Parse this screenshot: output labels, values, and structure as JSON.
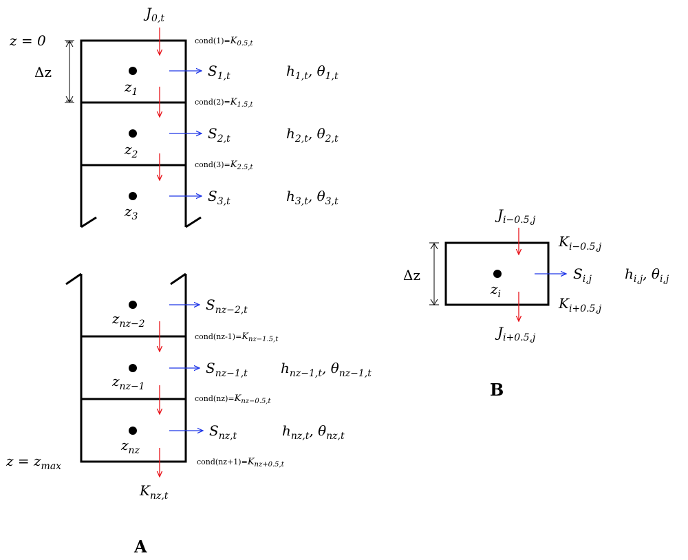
{
  "panel_a": {
    "label": "A",
    "top_label": {
      "base": "z = 0"
    },
    "bottom_label": {
      "base": "z = z",
      "sub": "max"
    },
    "dz_label": "Δz",
    "inflow": {
      "base": "J",
      "sub": "0,t"
    },
    "outflow": {
      "base": "K",
      "sub": "nz,t"
    },
    "conds": [
      {
        "pre": "cond(1)=",
        "base": "K",
        "sub": "0.5,t"
      },
      {
        "pre": "cond(2)=",
        "base": "K",
        "sub": "1.5,t"
      },
      {
        "pre": "cond(3)=",
        "base": "K",
        "sub": "2.5,t"
      },
      {
        "pre": "cond(nz-1)=",
        "base": "K",
        "sub": "nz−1.5,t"
      },
      {
        "pre": "cond(nz)=",
        "base": "K",
        "sub": "nz−0.5,t"
      },
      {
        "pre": "cond(nz+1)=",
        "base": "K",
        "sub": "nz+0.5,t"
      }
    ],
    "cells": [
      {
        "z": {
          "base": "z",
          "sub": "1"
        },
        "s": {
          "base": "S",
          "sub": "1,t"
        },
        "h": {
          "base": "h",
          "sub": "1,t"
        },
        "theta": {
          "base": "θ",
          "sub": "1,t"
        }
      },
      {
        "z": {
          "base": "z",
          "sub": "2"
        },
        "s": {
          "base": "S",
          "sub": "2,t"
        },
        "h": {
          "base": "h",
          "sub": "2,t"
        },
        "theta": {
          "base": "θ",
          "sub": "2,t"
        }
      },
      {
        "z": {
          "base": "z",
          "sub": "3"
        },
        "s": {
          "base": "S",
          "sub": "3,t"
        },
        "h": {
          "base": "h",
          "sub": "3,t"
        },
        "theta": {
          "base": "θ",
          "sub": "3,t"
        }
      },
      {
        "z": {
          "base": "z",
          "sub": "nz−2"
        },
        "s": {
          "base": "S",
          "sub": "nz−2,t"
        }
      },
      {
        "z": {
          "base": "z",
          "sub": "nz−1"
        },
        "s": {
          "base": "S",
          "sub": "nz−1,t"
        },
        "h": {
          "base": "h",
          "sub": "nz−1,t"
        },
        "theta": {
          "base": "θ",
          "sub": "nz−1,t"
        }
      },
      {
        "z": {
          "base": "z",
          "sub": "nz"
        },
        "s": {
          "base": "S",
          "sub": "nz,t"
        },
        "h": {
          "base": "h",
          "sub": "nz,t"
        },
        "theta": {
          "base": "θ",
          "sub": "nz,t"
        }
      }
    ]
  },
  "panel_b": {
    "label": "B",
    "dz_label": "Δz",
    "j_top": {
      "base": "J",
      "sub": "i−0.5,j"
    },
    "j_bottom": {
      "base": "J",
      "sub": "i+0.5,j"
    },
    "k_top": {
      "base": "K",
      "sub": "i−0.5,j"
    },
    "k_bottom": {
      "base": "K",
      "sub": "i+0.5,j"
    },
    "z": {
      "base": "z",
      "sub": "i"
    },
    "s": {
      "base": "S",
      "sub": "i,j"
    },
    "h": {
      "base": "h",
      "sub": "i,j"
    },
    "theta": {
      "base": "θ",
      "sub": "i,j"
    }
  },
  "colors": {
    "flux_arrow": "#e8131a",
    "sink_arrow": "#1f36e8",
    "lines": "#000000"
  }
}
